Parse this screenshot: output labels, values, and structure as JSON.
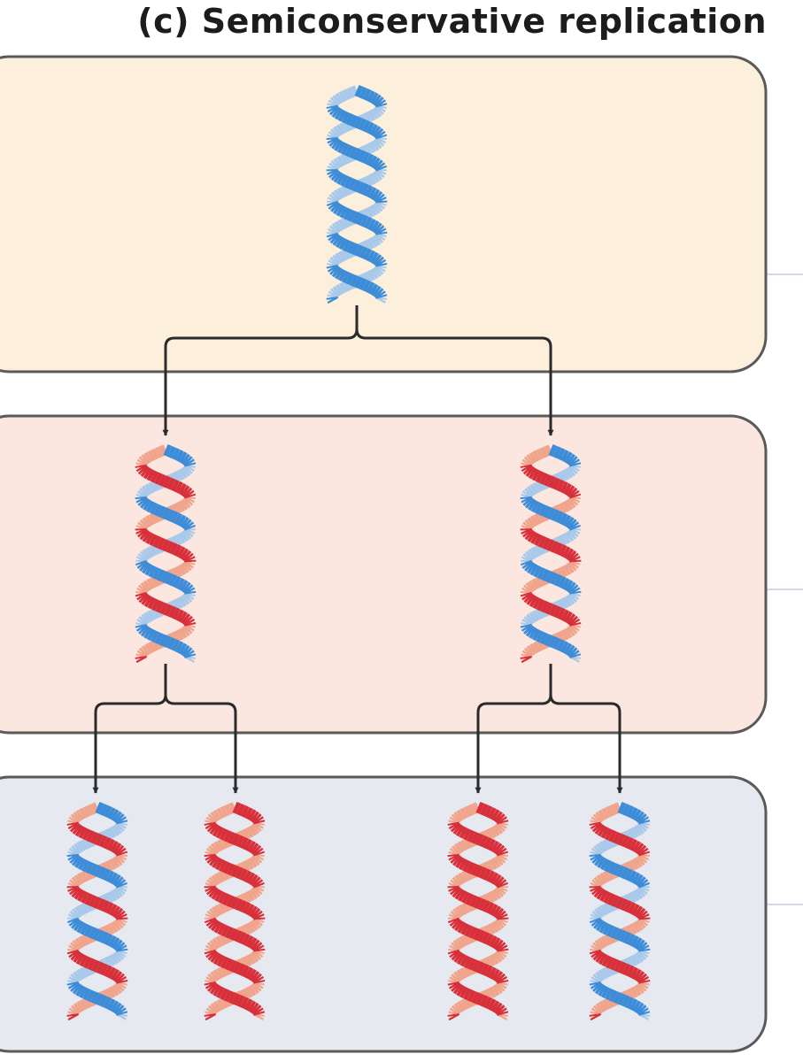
{
  "figure": {
    "title": "(c)  Semiconservative replication"
  },
  "generations": [
    {
      "fill": "#fcf0dc",
      "helices": [
        {
          "strands": [
            "original",
            "original"
          ]
        }
      ]
    },
    {
      "fill": "#fbe7e0",
      "helices": [
        {
          "strands": [
            "original",
            "new"
          ]
        },
        {
          "strands": [
            "original",
            "new"
          ]
        }
      ]
    },
    {
      "fill": "#e6e9f0",
      "helices": [
        {
          "strands": [
            "original",
            "new"
          ]
        },
        {
          "strands": [
            "new",
            "new"
          ]
        },
        {
          "strands": [
            "new",
            "new"
          ]
        },
        {
          "strands": [
            "original",
            "new"
          ]
        }
      ]
    }
  ],
  "strand_colors": {
    "original": {
      "front": "#3d8cd8",
      "back": "#a9c9ea"
    },
    "new": {
      "front": "#d8303a",
      "back": "#f0a48c"
    }
  },
  "outline_color": "#5a5a5a",
  "arrow_color": "#2a2a2a",
  "rule_color": "#c5cce3"
}
